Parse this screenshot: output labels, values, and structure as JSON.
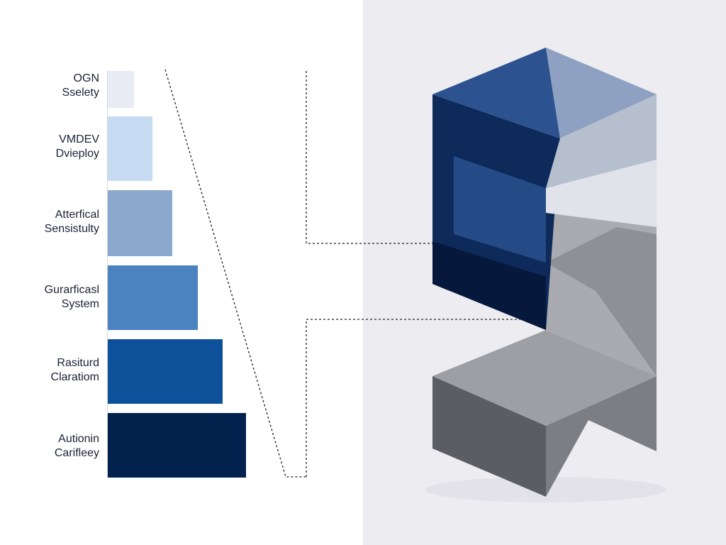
{
  "tiers": [
    {
      "line1": "OGN",
      "line2": "Sselety",
      "color": "#e9ecf5"
    },
    {
      "line1": "VMDEV",
      "line2": "Dvieploy",
      "color": "#c6dbf1"
    },
    {
      "line1": "Atterfical",
      "line2": "Sensistulty",
      "color": "#8ba9cc"
    },
    {
      "line1": "Gurarficasl",
      "line2": "System",
      "color": "#4a83c0"
    },
    {
      "line1": "Rasiturd",
      "line2": "Claratiom",
      "color": "#0c5199"
    },
    {
      "line1": "Autionin",
      "line2": "Carifleey",
      "color": "#03214d"
    }
  ]
}
